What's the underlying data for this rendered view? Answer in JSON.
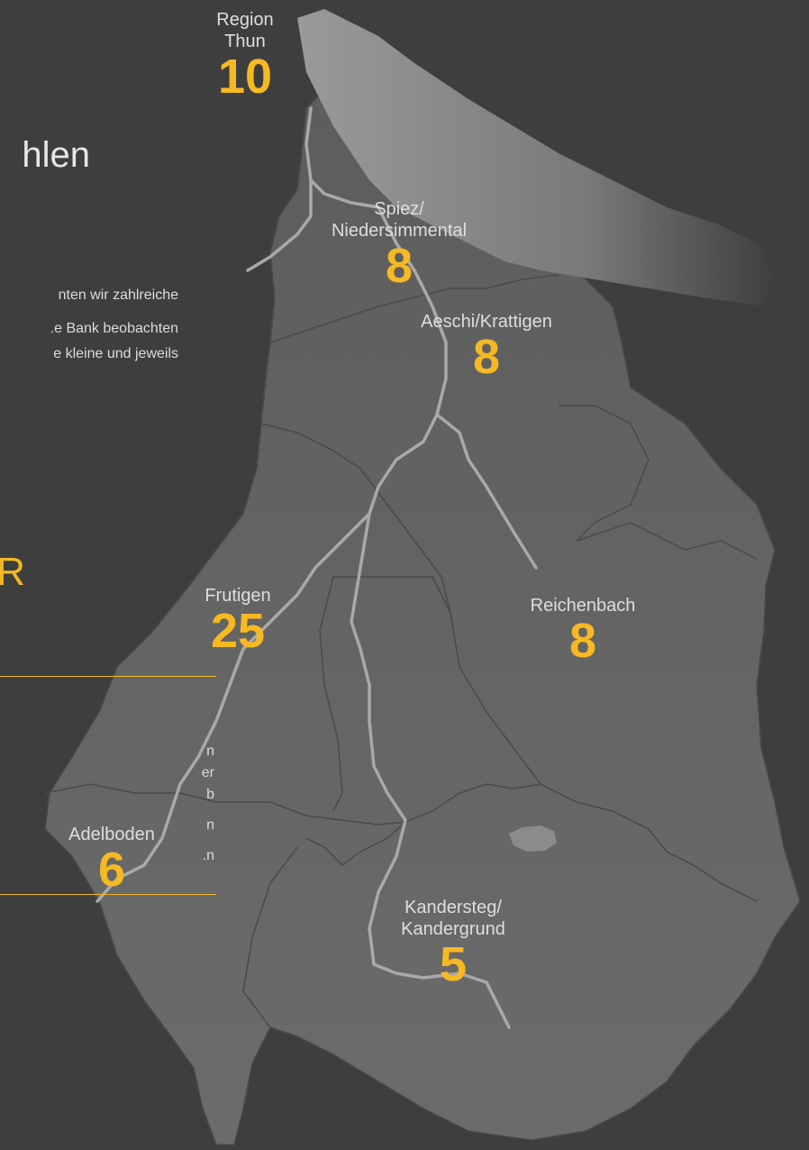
{
  "heading_fragment": "hlen",
  "paragraph_fragments": [
    "nten wir zahlreiche",
    "e Bank beobachten.",
    "e kleine und jeweils"
  ],
  "big_letter_fragment": "R",
  "side_fragments": [
    "n",
    "er",
    "b",
    "n",
    "n."
  ],
  "colors": {
    "background": "#3e3e3e",
    "accent": "#f6b924",
    "road": "#a9a9a9"
  },
  "regions": [
    {
      "id": "thun",
      "lines": [
        "Region",
        "Thun"
      ],
      "count": "10"
    },
    {
      "id": "spiez",
      "lines": [
        "Spiez/",
        "Niedersimmental"
      ],
      "count": "8"
    },
    {
      "id": "aeschi",
      "lines": [
        "Aeschi/Krattigen"
      ],
      "count": "8"
    },
    {
      "id": "frutigen",
      "lines": [
        "Frutigen"
      ],
      "count": "25"
    },
    {
      "id": "reichenbach",
      "lines": [
        "Reichenbach"
      ],
      "count": "8"
    },
    {
      "id": "adelboden",
      "lines": [
        "Adelboden"
      ],
      "count": "6"
    },
    {
      "id": "kandersteg",
      "lines": [
        "Kandersteg/",
        "Kandergrund"
      ],
      "count": "5"
    }
  ]
}
